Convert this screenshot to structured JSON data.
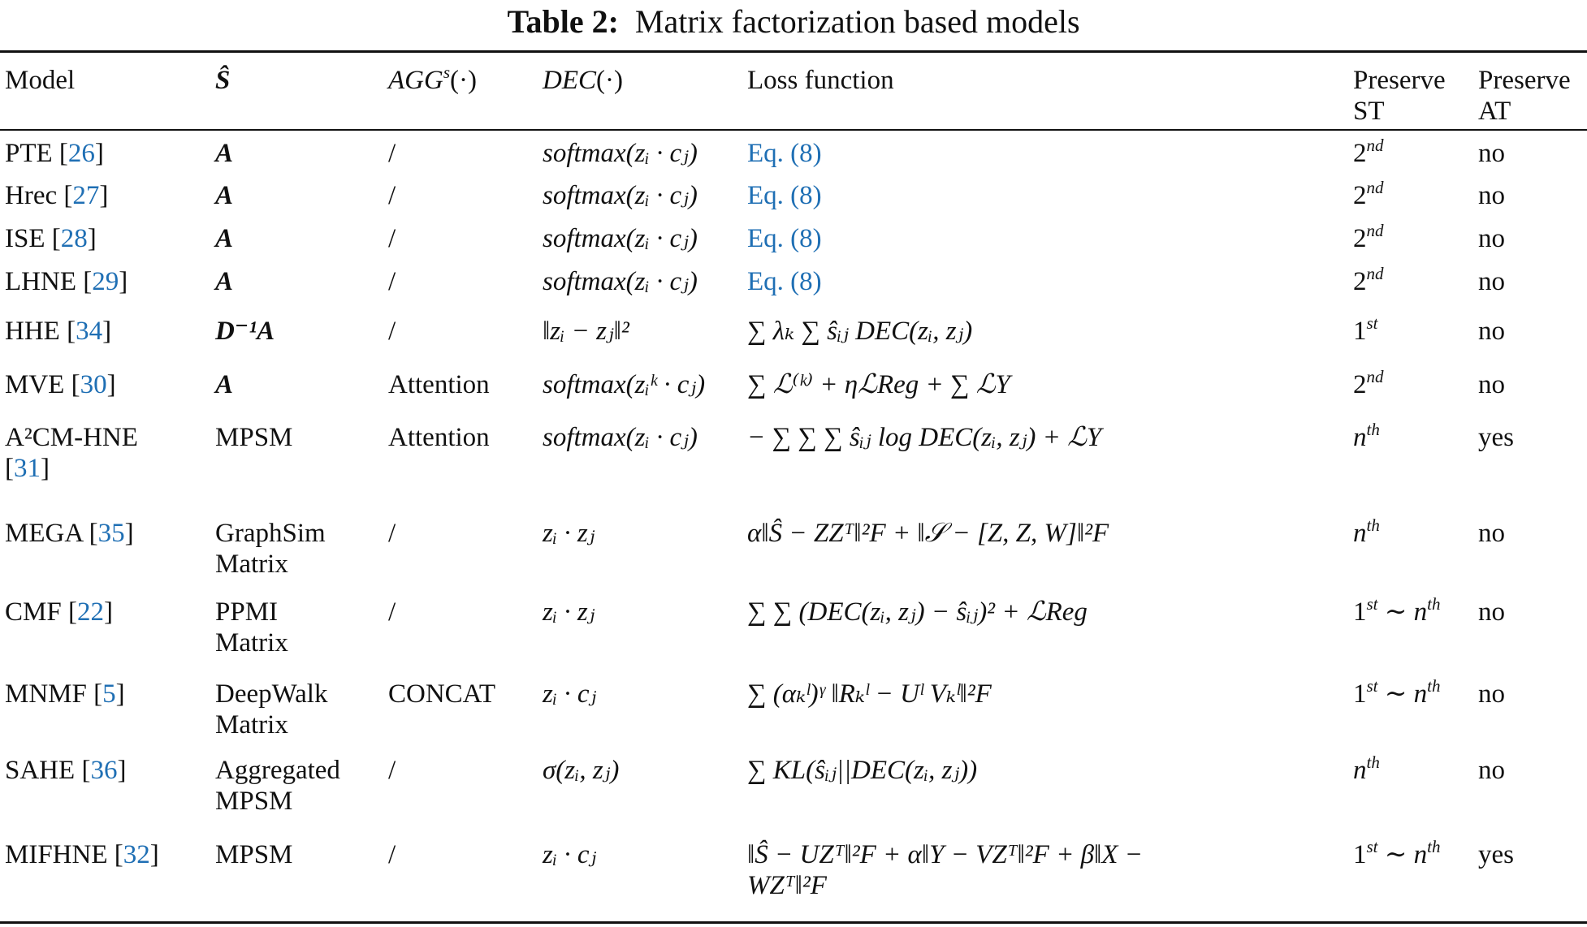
{
  "caption": {
    "label": "Table 2:",
    "text": "Matrix factorization based models"
  },
  "headers": {
    "model": "Model",
    "s_hat": "Ŝ",
    "agg": "AGG",
    "agg_sup": "s",
    "agg_arg": "(·)",
    "dec": "DEC",
    "dec_arg": "(·)",
    "loss": "Loss function",
    "preserve_st_1": "Preserve",
    "preserve_st_2": "ST",
    "preserve_at_1": "Preserve",
    "preserve_at_2": "AT"
  },
  "rows": [
    {
      "model": "PTE",
      "ref": "26",
      "s": "A",
      "agg": "/",
      "dec": "softmax(zᵢ · cⱼ)",
      "loss": "Eq. (8)",
      "st_base": "2",
      "st_sup": "nd",
      "at": "no"
    },
    {
      "model": "Hrec",
      "ref": "27",
      "s": "A",
      "agg": "/",
      "dec": "softmax(zᵢ · cⱼ)",
      "loss": "Eq. (8)",
      "st_base": "2",
      "st_sup": "nd",
      "at": "no"
    },
    {
      "model": "ISE",
      "ref": "28",
      "s": "A",
      "agg": "/",
      "dec": "softmax(zᵢ · cⱼ)",
      "loss": "Eq. (8)",
      "st_base": "2",
      "st_sup": "nd",
      "at": "no"
    },
    {
      "model": "LHNE",
      "ref": "29",
      "s": "A",
      "agg": "/",
      "dec": "softmax(zᵢ · cⱼ)",
      "loss": "Eq. (8)",
      "st_base": "2",
      "st_sup": "nd",
      "at": "no"
    },
    {
      "model": "HHE",
      "ref": "34",
      "s": "D⁻¹A",
      "agg": "/",
      "dec": "‖zᵢ − zⱼ‖²",
      "loss": "∑ λₖ ∑ ŝᵢⱼ DEC(zᵢ, zⱼ)",
      "st_base": "1",
      "st_sup": "st",
      "at": "no"
    },
    {
      "model": "MVE",
      "ref": "30",
      "s": "A",
      "agg": "Attention",
      "dec": "softmax(zᵢᵏ · cⱼ)",
      "loss": "∑ ℒ⁽ᵏ⁾ + ηℒReg + ∑ ℒY",
      "st_base": "2",
      "st_sup": "nd",
      "at": "no"
    },
    {
      "model": "A²CM-HNE",
      "ref": "31",
      "s": "MPSM",
      "agg": "Attention",
      "dec": "softmax(zᵢ · cⱼ)",
      "loss": "− ∑ ∑ ∑ ŝᵢⱼ log DEC(zᵢ, zⱼ) + ℒY",
      "st_base": "n",
      "st_sup": "th",
      "at": "yes"
    },
    {
      "model": "MEGA",
      "ref": "35",
      "s": "GraphSim Matrix",
      "agg": "/",
      "dec": "zᵢ · zⱼ",
      "loss": "α‖Ŝ − ZZᵀ‖²F + ‖𝒮 − [Z, Z, W]‖²F",
      "st_base": "n",
      "st_sup": "th",
      "at": "no"
    },
    {
      "model": "CMF",
      "ref": "22",
      "s": "PPMI Matrix",
      "agg": "/",
      "dec": "zᵢ · zⱼ",
      "loss": "∑ ∑ (DEC(zᵢ, zⱼ) − ŝᵢⱼ)² + ℒReg",
      "st_base": "1",
      "st_sup": "st",
      "st_tail": " ∼ n",
      "st_tail_sup": "th",
      "at": "no"
    },
    {
      "model": "MNMF",
      "ref": "5",
      "s": "DeepWalk Matrix",
      "agg": "CONCAT",
      "dec": "zᵢ · cⱼ",
      "loss": "∑ (αₖˡ)ᵞ ‖Rₖˡ − Uˡ Vₖˡ‖²F",
      "st_base": "1",
      "st_sup": "st",
      "st_tail": " ∼ n",
      "st_tail_sup": "th",
      "at": "no"
    },
    {
      "model": "SAHE",
      "ref": "36",
      "s": "Aggregated MPSM",
      "agg": "/",
      "dec": "σ(zᵢ, zⱼ)",
      "loss": "∑ KL(ŝᵢⱼ||DEC(zᵢ, zⱼ))",
      "st_base": "n",
      "st_sup": "th",
      "at": "no"
    },
    {
      "model": "MIFHNE",
      "ref": "32",
      "s": "MPSM",
      "agg": "/",
      "dec": "zᵢ · cⱼ",
      "loss": "‖Ŝ − UZᵀ‖²F + α‖Y − VZᵀ‖²F + β‖X − WZᵀ‖²F",
      "st_base": "1",
      "st_sup": "st",
      "st_tail": " ∼ n",
      "st_tail_sup": "th",
      "at": "yes"
    }
  ]
}
